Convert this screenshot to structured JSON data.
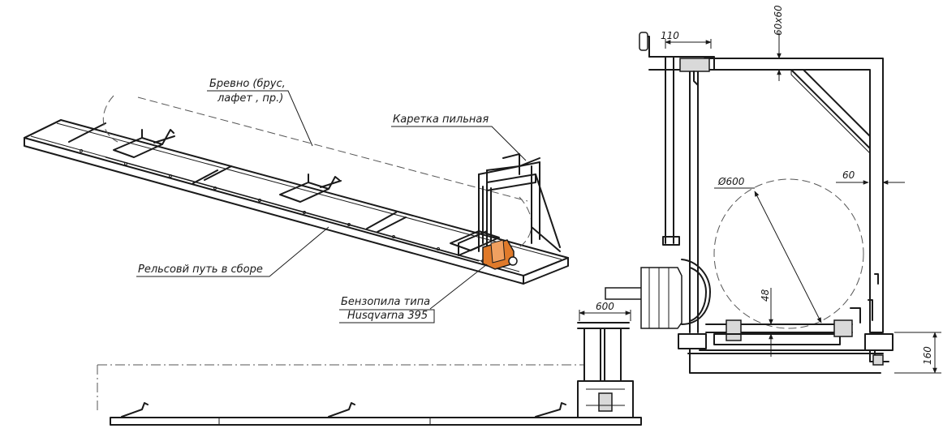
{
  "labels": {
    "log_line1": "Бревно (брус,",
    "log_line2": "лафет , пр.)",
    "carriage": "Каретка пильная",
    "rail": "Рельсовй путь в сборе",
    "saw_line1": "Бензопила типа",
    "saw_line2": "Husqvarna 395"
  },
  "dimensions": {
    "d110": "110",
    "d60x60": "60x60",
    "d600_circle": "Ø600",
    "d60": "60",
    "d48": "48",
    "d600": "600",
    "d160": "160"
  },
  "colors": {
    "saw_orange": "#e07a2a",
    "line": "#1a1a1a"
  }
}
